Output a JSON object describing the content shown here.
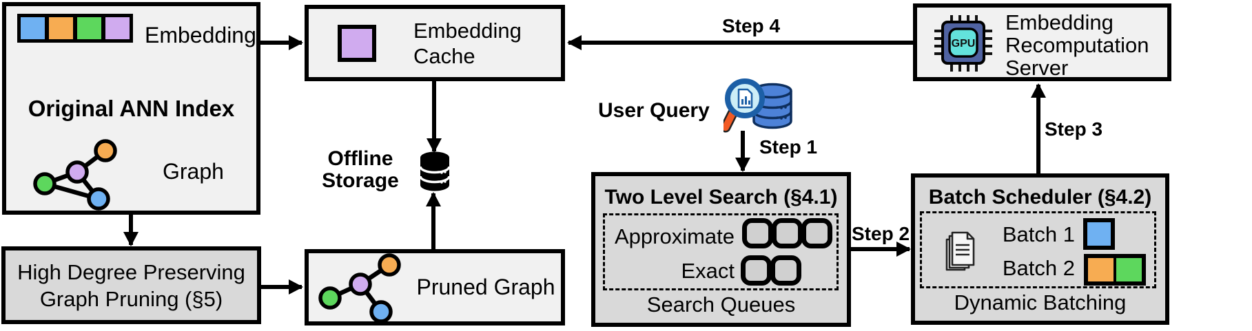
{
  "figure": {
    "original_index": {
      "title": "Original ANN Index",
      "embedding_label": "Embedding",
      "graph_label": "Graph"
    },
    "pruning": {
      "label": "High Degree Preserving Graph Pruning (§5)"
    },
    "cache": {
      "label": "Embedding Cache"
    },
    "storage": {
      "label": "Offline Storage"
    },
    "pruned_graph": {
      "label": "Pruned Graph"
    },
    "user_query": {
      "label": "User Query"
    },
    "two_level_search": {
      "title": "Two Level Search (§4.1)",
      "approximate_label": "Approximate",
      "exact_label": "Exact",
      "approximate_queue_count": 3,
      "exact_queue_count": 2,
      "footer": "Search Queues"
    },
    "batch_scheduler": {
      "title": "Batch Scheduler (§4.2)",
      "batch1_label": "Batch 1",
      "batch2_label": "Batch 2",
      "footer": "Dynamic Batching"
    },
    "server": {
      "label": "Embedding Recomputation Server",
      "chip_label": "GPU"
    },
    "steps": {
      "step1": "Step 1",
      "step2": "Step 2",
      "step3": "Step 3",
      "step4": "Step 4"
    },
    "colors": {
      "node_blue": "#6FB1F2",
      "node_orange": "#F7AC52",
      "node_green": "#5DD75D",
      "node_purple": "#D0ABEF",
      "box_light": "#F1F1F1",
      "box_dark": "#D9D9D9",
      "queue_fill": "#D0D0D0",
      "magnifier_handle": "#F15A24",
      "query_db_blue": "#4D82D8",
      "gpu_chip_body": "#5063A2",
      "gpu_chip_core": "#63E2DC"
    }
  }
}
